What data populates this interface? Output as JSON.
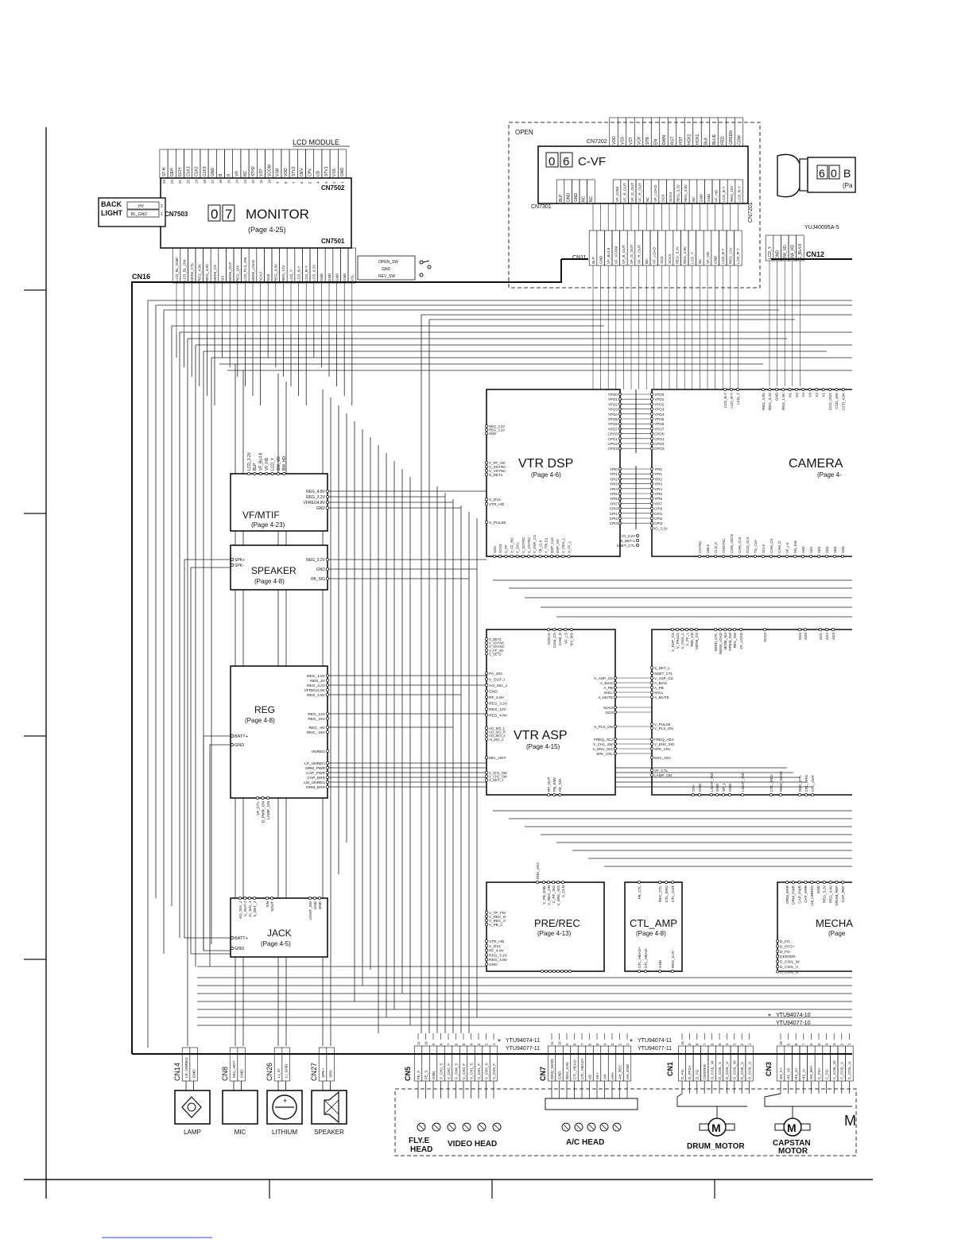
{
  "lcd_module": {
    "title": "LCD MODULE",
    "cn_top": "CN7502",
    "cn_bottom": "CN7501",
    "cn_left": "CN7503",
    "num": [
      "0",
      "7"
    ],
    "name": "MONITOR",
    "page": "(Page 4-25)",
    "top_pins": [
      "ST-H",
      "DEH",
      "DCH",
      "CLK1",
      "CLK2",
      "CLK3",
      "GND",
      "B",
      "R",
      "VR",
      "NC",
      "STH2",
      "VST",
      "VCOM",
      "VSH",
      "VDD",
      "STV2",
      "OEV",
      "CPV",
      "UD",
      "STV1",
      "VSS",
      "GND"
    ],
    "bottom_pins": [
      "LCD_BL_GND",
      "LCD_BL_ON",
      "MONI_CTL",
      "REG_4.8V",
      "REG_4.8V",
      "MONI_CS",
      "SI3",
      "MONI_OUT",
      "REG_15V",
      "LCD_PLS_ON",
      "MONI_LOAD",
      "SCK3",
      "SO3",
      "REG_4.8V",
      "REG_12V",
      "LCD_Y",
      "LCD_B-Y",
      "LCD_R-Y",
      "LCD_3.2V",
      "GND",
      "GND",
      "GND",
      "GND",
      "VSL"
    ],
    "switch_labels": [
      "OPEN_SW",
      "GND",
      "REV_SW"
    ]
  },
  "backlight": {
    "label_1": "BACK",
    "label_2": "LIGHT",
    "pin_2": "HV",
    "pin_1": "BL_GND"
  },
  "cvf": {
    "open_label": "OPEN",
    "cn_top": "CN7202",
    "cn_left": "CN7301",
    "cn_right": "CN7201",
    "num": [
      "0",
      "6"
    ],
    "name": "C-VF",
    "top_pins": [
      "VDD",
      "VSS",
      "VST",
      "VCK",
      "STB",
      "EN",
      "DWN",
      "RGT",
      "HST",
      "HCK2",
      "HCK1",
      "BLK",
      "BLUE",
      "RED",
      "GREEN",
      "COM"
    ],
    "left_pins": [
      "BLP",
      "GND",
      "GND",
      "NC",
      "NC"
    ],
    "right_pins": [
      "VF_COM",
      "VF_B_OUT",
      "VF_G_OUT",
      "VF_R_OUT",
      "NC",
      "VF_LOAD",
      "SO3",
      "SCK3",
      "REG_3.2V",
      "REG_4.8V",
      "NC",
      "GND",
      "GND",
      "VF_HD",
      "LCD_B-Y",
      "REG_15V",
      "LCD_R-Y"
    ]
  },
  "cn11": {
    "label": "CN11",
    "pins": [
      "BLP",
      "GND",
      "VF_BL4.8",
      "VF_VCOM",
      "VF_B_OUT",
      "VF_G_OUT",
      "VF_R_OUT",
      "NC",
      "VF_LOAD",
      "SO3",
      "SCK3",
      "REG_3.2V",
      "REG_4.8V",
      "LCD_Y",
      "NC",
      "VF_HD",
      "GND",
      "LCD_B-Y",
      "REG_12V",
      "LCD_R-Y"
    ]
  },
  "eyepiece": {
    "num": [
      "6",
      "0"
    ],
    "name": "B",
    "page": "(Pa",
    "part_no": "YUJ40095A-5",
    "cn12": "CN12",
    "cn12_pins": [
      "LCD_Y",
      "GND",
      "BW_VD",
      "BW_HD",
      "E_BL4.8"
    ]
  },
  "cn16": "CN16",
  "vtr_dsp": {
    "name": "VTR  DSP",
    "page": "(Page 4-6)",
    "left_pins": [
      "REG_3.2V",
      "REG_3.2V",
      "GND"
    ],
    "left_pins2": [
      "V_FF_VD",
      "V_SSYNC",
      "V_VSYNC",
      "S_DET1"
    ],
    "left_pins3": [
      "V_DVL",
      "VTR_HD"
    ],
    "v_pulse": "V_PULSE",
    "ypin_left": [
      "YPO0",
      "YPO1",
      "YPO2",
      "YPO3",
      "YPO4",
      "YPO5",
      "YPO6",
      "YPO7",
      "CPO0",
      "CPO1",
      "CPO2",
      "CPO3"
    ],
    "ypin_left2": [
      "YPI0",
      "YPI1",
      "YPI2",
      "YPI3",
      "YPI4",
      "YPI5",
      "YPI6",
      "YPI7",
      "CPI0",
      "CPI1",
      "CPI2",
      "CPI3"
    ],
    "ypin_right": [
      "YPO0",
      "YPO1",
      "YPO2",
      "YPO3",
      "YPO4",
      "YPO5",
      "YPO6",
      "YPO7",
      "CPO0",
      "CPO1",
      "CPO2",
      "CPO3"
    ],
    "ypin_right2": [
      "YPI0",
      "YPI1",
      "YPI2",
      "YPI3",
      "YPI4",
      "YPI5",
      "YPI6",
      "YPI7",
      "CPI0",
      "CPI1",
      "CPI2",
      "CPI3",
      "IO_3.2V"
    ],
    "bottom_right": [
      "IO_3.2V",
      "S_DET-L",
      "SDET_CTL"
    ]
  },
  "camera": {
    "name": "CAMERA",
    "page": "(Page 4-",
    "top_pins": [
      "REG_4.8V",
      "REG_3.2V",
      "GND",
      "REG_1.8V",
      "H1",
      "H2",
      "V4",
      "V3",
      "V2",
      "V1",
      "CCD_OUT",
      "CCD_15V",
      "CCD_4.8V"
    ],
    "lcd_pins": [
      "LCD_B-Y",
      "LCD_R-Y",
      "LCD_Y"
    ]
  },
  "vf_mtif": {
    "name": "VF/MTIF",
    "page": "(Page 4-23)",
    "top_pins": [
      "LCD_3.2V",
      "BLP",
      "VF_BL4.8",
      "VF_HD",
      "LCD_Y",
      "BW_VD",
      "BW_HD"
    ],
    "right_pins": [
      "REG_4.8V",
      "REG_3.2V",
      "VFREG4.8V",
      "GND"
    ]
  },
  "speaker_block": {
    "name": "SPEAKER",
    "page": "(Page 4-8)",
    "left_pins": [
      "SPK+",
      "SPK-"
    ],
    "right_pins": [
      "REG_3.2V",
      "GND",
      "PA_SIG"
    ]
  },
  "reg": {
    "name": "REG",
    "page": "(Page 4-8)",
    "left_pins": [
      "BATT+",
      "GND"
    ],
    "right_pins": [
      "REG_1.8V",
      "REG_2V",
      "REG_3.2V",
      "VFREG4.8V",
      "REG_4.8V",
      "REG_12V",
      "REG_15V",
      "REG_-8V",
      "REG_-15V",
      "UNREG",
      "LP_UNREG",
      "DRM_PWR",
      "CAP_PWR",
      "CAP_ERR",
      "LM_UNREG",
      "DRM_ERR"
    ],
    "bottom_pins": [
      "VF_CTL",
      "D_PWR_ON",
      "LAMP_ON"
    ]
  },
  "vtr_asp": {
    "name": "VTR  ASP",
    "page": "(Page 4-15)",
    "left_pins": [
      "S_DET1",
      "V_SSYNC",
      "V_VSYNC",
      "V_FF_VD",
      "S_DET2"
    ],
    "left_pins2": [
      "PA_SIG",
      "V_OUT-J",
      "AO_SIG_J",
      "GND",
      "RF_4.8V",
      "REG_3.2V",
      "REG_12V",
      "REG_4.8V"
    ],
    "left_pins3": [
      "AO_SIG_L",
      "AO_SIG_R",
      "AO_SIG_J",
      "AI_SIG_J"
    ],
    "mic": "MIC_HOT",
    "left_pins4": [
      "V_CH1_SW",
      "V_CH2_SW",
      "S_DET_J"
    ],
    "top_pins": [
      "SCKLK",
      "CAM_CS",
      "CAM_D",
      "VF_LS",
      "SH_SIG"
    ],
    "right_pins": [
      "V_ASP_CS",
      "A_BIAS",
      "A_PB",
      "SHLL",
      "A_MUTE",
      "SCK3",
      "SO3",
      "V_PLS_ON",
      "FREQ_ADJ",
      "V_CH1_SW",
      "V_ENV_SIG",
      "SPK_VOL"
    ],
    "bottom_pins": [
      "RF_OUT",
      "PB_ENV",
      "AE_SIG"
    ]
  },
  "mid_right": {
    "left_pins": [
      "S_DET_L",
      "SDET_CTL",
      "V_ASP_CS",
      "A_BIAS",
      "A_PB",
      "SHLL",
      "A_MUTE",
      "V_PULSE",
      "V_PLS_ON",
      "FREQ_ADJ",
      "V_ENV_SIG",
      "SPK_VOL",
      "ENV_ADJ",
      "VF_CTL",
      "LAMP_ON"
    ],
    "top_pins": [
      "V_DSP_CS",
      "V_TRLD1",
      "V_OSA_L",
      "V_FF_L",
      "TBE_VD",
      "MONI_CS",
      "MONI_CTL",
      "MONI_LOAD",
      "MONI_SI3",
      "OPEN_SW",
      "REV_SW",
      "VF_LOAD",
      "SCK3",
      "SO3",
      "AD0",
      "AD1",
      "AD2",
      "AD3"
    ],
    "bottom_pins": [
      "ST+",
      "GND",
      "LIGHT_SW",
      "GND",
      "SP_L",
      "GND",
      "LIGHT_SW",
      "CTL_ERG-",
      "DEW_SENS",
      "REC_CTL",
      "CTL_ERG",
      "CTL_OUT"
    ]
  },
  "pre_rec": {
    "name": "PRE/REC",
    "page": "(Page 4-13)",
    "left_pins": [
      "ENV_ADJ"
    ],
    "left_pins2": [
      "V_TP_FM",
      "V_REC_D",
      "V_REC_A",
      "V_PB_C"
    ],
    "left_pins3": [
      "VTR_HD",
      "V_DVL",
      "RF_4.8V",
      "REG_3.2V",
      "REG_4.8V",
      "GND"
    ],
    "top_pins": [
      "V_PB_ENV",
      "V_REC_ON",
      "V_RF_SIG",
      "V_ENV_SIG",
      "V_CLN"
    ]
  },
  "ctl_amp": {
    "name": "CTL_AMP",
    "page": "(Page 4-8)",
    "top_pins": [
      "PB_CTL",
      "REC_CTL",
      "CTL_ERG",
      "CTL_OUT"
    ],
    "bottom_pins": [
      "CTL_HEAD+",
      "CTL_HEAD-",
      "GND",
      "REG_3.2V"
    ]
  },
  "mecha": {
    "name": "MECHA",
    "page": "(Page",
    "top_pins": [
      "DRM_ERR",
      "DRM_PWR",
      "CAP_PWR",
      "CAP_ERR",
      "LM_UNREG",
      "GND",
      "REG_3.2V",
      "REG_4.8V",
      "DRUM_REF",
      "CAP_REF"
    ],
    "left_pins": [
      "D_FG",
      "D_PFG+",
      "D_FG-",
      "CENTER",
      "D_COIL_W",
      "D_COIL_V",
      "D_COIL_U"
    ]
  },
  "jack": {
    "name": "JACK",
    "page": "(Page 4-5)",
    "top_pins": [
      "AO_SIG_J",
      "V_OUT-J",
      "AI_SIG_J",
      "S_DET_J",
      "SIN",
      "SOUT",
      "LIGHT_SW",
      "GND",
      "GND"
    ],
    "left_pins": [
      "BATT+",
      "GND"
    ]
  },
  "bottom_connectors": [
    {
      "id": "CN14",
      "pins": [
        "LP_UNREG",
        "GND"
      ],
      "part": "LAMP"
    },
    {
      "id": "CN8",
      "pins": [
        "MIC_HOT",
        "GND"
      ],
      "part": "MIC"
    },
    {
      "id": "CN26",
      "pins": [
        "LI_3+",
        "LI_GND"
      ],
      "part": "LITHIUM"
    },
    {
      "id": "CN27",
      "pins": [
        "SPK+",
        "SPK-"
      ],
      "part": "SPEAKER"
    }
  ],
  "cn5": {
    "label": "CN5",
    "part_a": "YTU94074-11",
    "part_b": "YTU94077-11",
    "pins": [
      "FE_F",
      "FE_S",
      "GND",
      "V_CH2_S",
      "V_CH2_F",
      "V_CH4_S",
      "V_CH4_F",
      "V_CH1_S",
      "V_CH1_F",
      "V_CH3_S",
      "V_CH3_F"
    ],
    "heads": [
      "FLY.E",
      "HEAD"
    ],
    "video_head": "VIDEO HEAD"
  },
  "cn7": {
    "label": "CN7",
    "part_a": "YTU94074-11",
    "part_b": "YTU94077-11",
    "pins": [
      "DEW_SENS",
      "GND",
      "REG_4.8V",
      "CTL_HEAD-",
      "CTL_HEAD+",
      "AE-",
      "AE+",
      "AH-",
      "AH+",
      "AH_REC",
      "AH_GND"
    ],
    "ac_head": "A/C HEAD"
  },
  "cn1": {
    "label": "CN1",
    "part_a": "YTU94074-10",
    "part_b": "YTU94077-10",
    "pins": [
      "D_FG-",
      "D_PFG+",
      "D_FG",
      "CENTER",
      "D_COIL_W",
      "D_COIL_V",
      "D_COIL_U",
      "D_COIL_W",
      "D_COIL_V",
      "D_COIL_U"
    ],
    "motor": "DRUM_MOTOR"
  },
  "cn3": {
    "label": "CN3",
    "pins": [
      "HS_V+",
      "HS_VF",
      "HS_U+",
      "HS_U-",
      "HS_BS+",
      "C_FG+",
      "C_FG-",
      "C_COIL_W",
      "C_COIL_V",
      "C_COIL_U"
    ],
    "motor_1": "CAPSTAN",
    "motor_2": "MOTOR",
    "edge": "M"
  }
}
